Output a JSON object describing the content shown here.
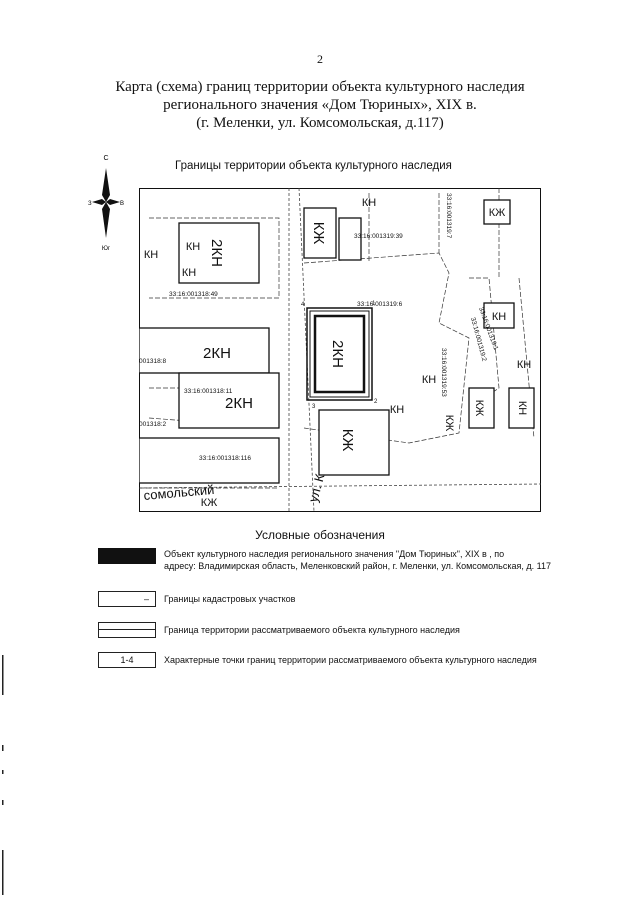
{
  "page_number": "2",
  "title": {
    "line1": "Карта (схема) границ территории объекта культурного наследия",
    "line2": "регионального значения «Дом Тюриных», XIX в.",
    "line3": "(г. Меленки, ул. Комсомольская, д.117)"
  },
  "map_header": "Границы территории объекта культурного наследия",
  "compass": {
    "n": "С",
    "s": "Юг",
    "w": "З",
    "e": "В"
  },
  "map": {
    "buildings": [
      "КЖ",
      "2КН",
      "КН",
      "КН",
      "2КН",
      "2КН",
      "2КН",
      "КЖ",
      "КЖ",
      "КН",
      "КН",
      "КЖ",
      "КН",
      "КН",
      "КН",
      "КН",
      "КЖ",
      "КН",
      "КЖ"
    ],
    "parcels": [
      "33:16:001319:39",
      "33:16:001318:49",
      "33:16:001319:6",
      "001318:8",
      "33:16:001318:11",
      "001318:2",
      "33:16:001318:116",
      "33:16:001319:7",
      "33:16:001319:1",
      "33:16:001319:2",
      "33:16:001319:53"
    ],
    "points": [
      "1",
      "2",
      "3",
      "4"
    ],
    "streets": [
      "ул. К",
      "сомольский"
    ]
  },
  "legend": {
    "title": "Условные обозначения",
    "object_line1": "Объект культурного наследия регионального значения \"Дом Тюриных\",        XIX в , по",
    "object_line2": "адресу: Владимирская область, Меленковский район, г. Меленки, ул. Комсомольская, д. 117",
    "cadastral_symbol": "–",
    "cadastral": "Границы кадастровых участков",
    "boundary": "Граница территории рассматриваемого объекта культурного наследия",
    "points_symbol": "1-4",
    "points": "Характерные точки границ территории рассматриваемого объекта культурного наследия"
  }
}
